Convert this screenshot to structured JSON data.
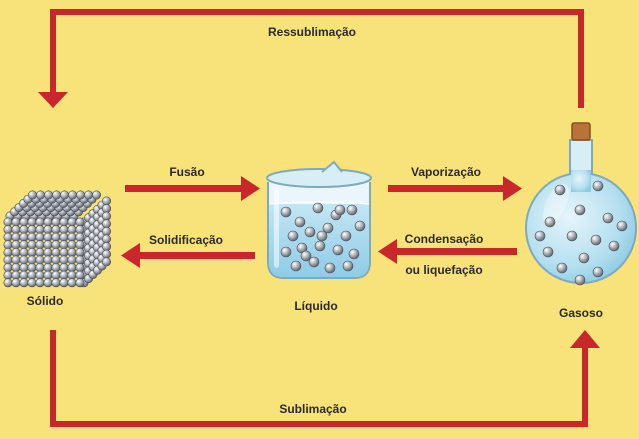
{
  "colors": {
    "background": "#f8e27a",
    "arrow": "#c8282c",
    "label": "#2b2b2b",
    "sphere": "#8f949b",
    "water": "#a8d8ee"
  },
  "states": {
    "solid": "Sólido",
    "liquid": "Líquido",
    "gas": "Gasoso"
  },
  "transitions": {
    "resublimation": "Ressublimação",
    "fusion": "Fusão",
    "solidification": "Solidificação",
    "vaporization": "Vaporização",
    "condensation": "Condensação",
    "liquefaction": "ou liquefação",
    "sublimation": "Sublimação"
  }
}
